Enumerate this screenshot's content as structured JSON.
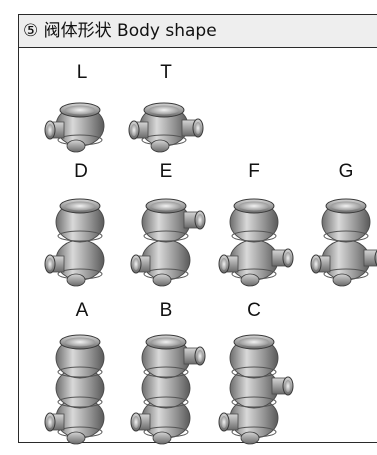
{
  "section": {
    "number": "⑤",
    "title": "阀体形状 Body shape"
  },
  "rows": [
    {
      "row": 1,
      "items": [
        {
          "label": "L",
          "levels": 1,
          "icon": "valve-body-1-level"
        },
        {
          "label": "T",
          "levels": 1,
          "icon": "valve-body-1-level-tee"
        }
      ]
    },
    {
      "row": 2,
      "items": [
        {
          "label": "D",
          "levels": 2,
          "icon": "valve-body-2-level"
        },
        {
          "label": "E",
          "levels": 2,
          "icon": "valve-body-2-level"
        },
        {
          "label": "F",
          "levels": 2,
          "icon": "valve-body-2-level"
        },
        {
          "label": "G",
          "levels": 2,
          "icon": "valve-body-2-level"
        }
      ]
    },
    {
      "row": 3,
      "items": [
        {
          "label": "A",
          "levels": 3,
          "icon": "valve-body-3-level"
        },
        {
          "label": "B",
          "levels": 3,
          "icon": "valve-body-3-level"
        },
        {
          "label": "C",
          "levels": 3,
          "icon": "valve-body-3-level"
        }
      ]
    }
  ]
}
